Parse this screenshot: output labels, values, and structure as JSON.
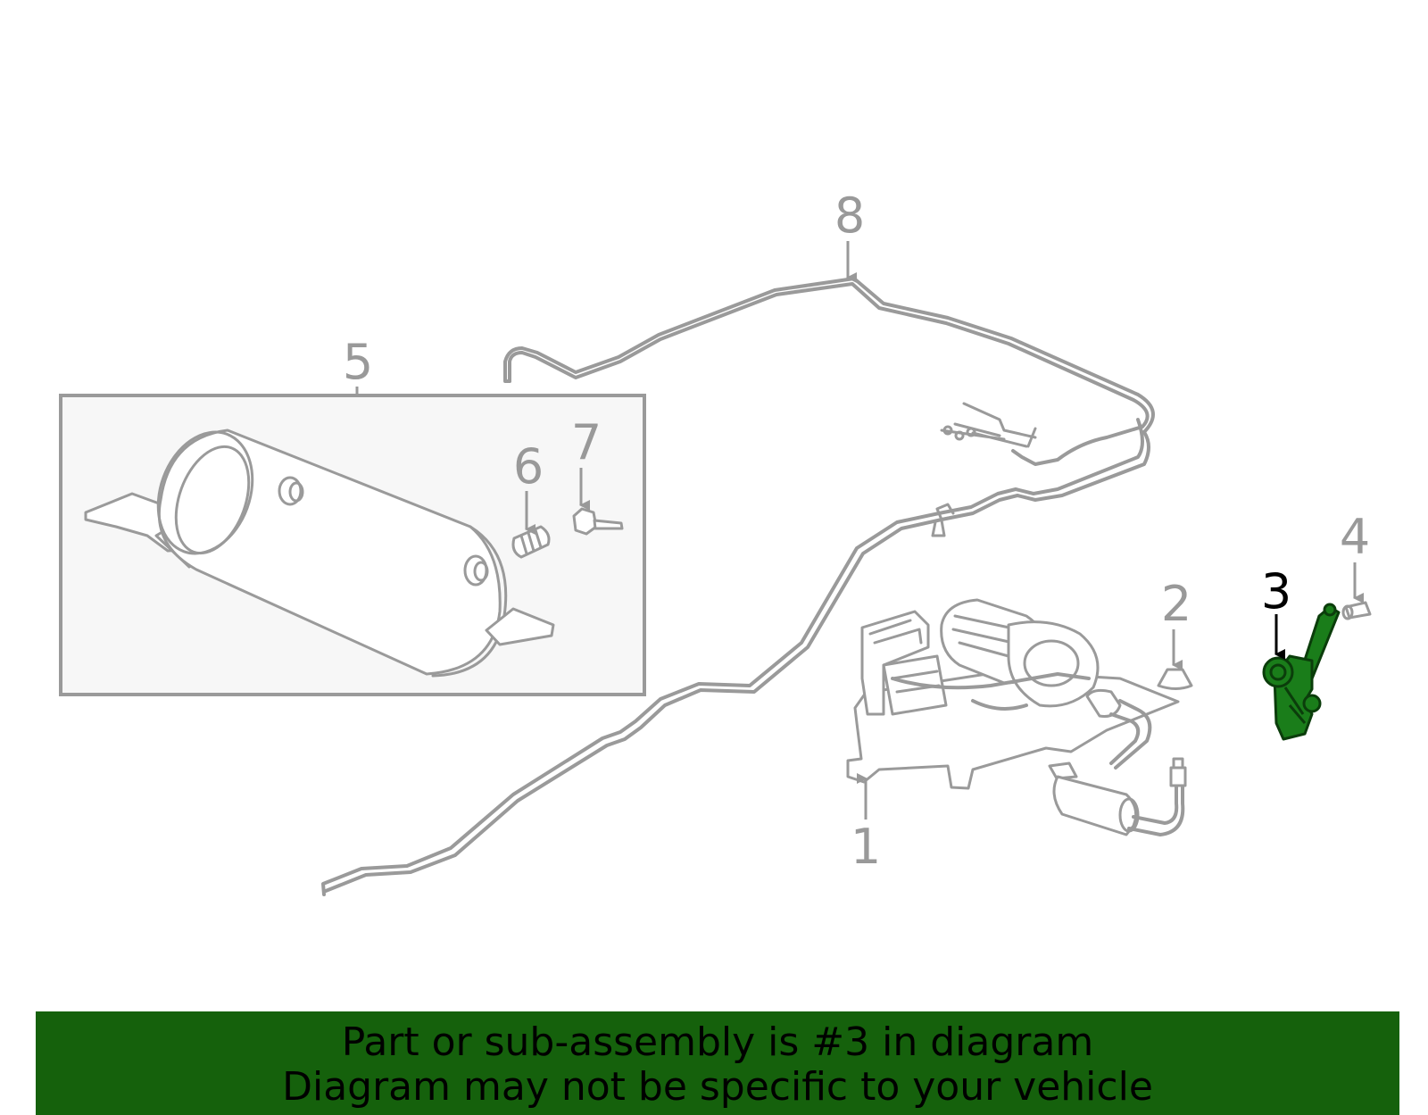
{
  "callouts": {
    "c1": "1",
    "c2": "2",
    "c3": "3",
    "c4": "4",
    "c5": "5",
    "c6": "6",
    "c7": "7",
    "c8": "8"
  },
  "highlighted_part": "3",
  "colors": {
    "part_stroke": "#9a9a9a",
    "highlight_fill": "#1a7d1a",
    "banner_bg": "#15610c",
    "inset_bg": "#f7f7f7"
  },
  "banner": {
    "line1": "Part or sub-assembly is #3 in diagram",
    "line2": "Diagram may not be specific to your vehicle"
  }
}
